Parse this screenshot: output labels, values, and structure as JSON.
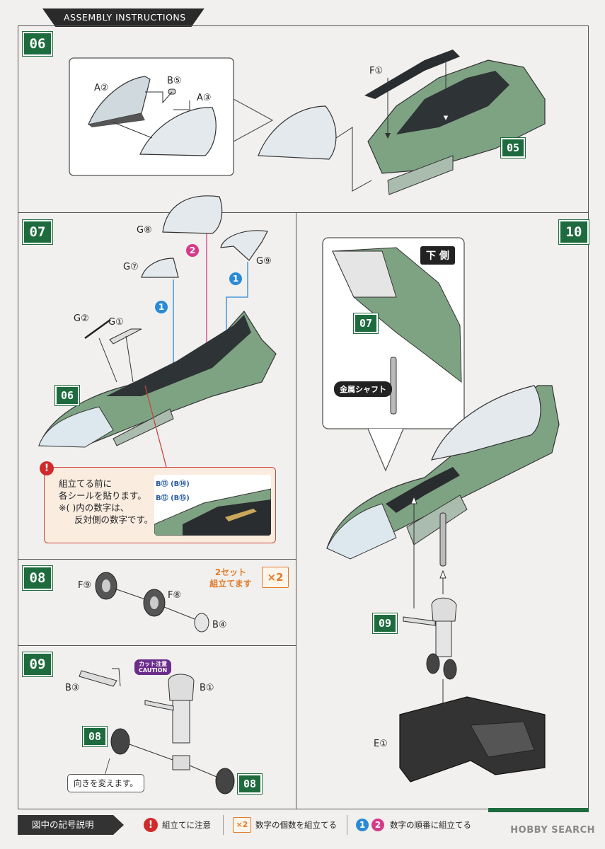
{
  "header": {
    "title": "ASSEMBLY INSTRUCTIONS"
  },
  "steps": {
    "s06": {
      "number": "06",
      "parts": {
        "a2": "A②",
        "b5": "B⑤",
        "a3": "A③",
        "f1": "F①"
      },
      "ref": "05"
    },
    "s07": {
      "number": "07",
      "parts": {
        "g8": "G⑧",
        "g7": "G⑦",
        "g9": "G⑨",
        "g2": "G②",
        "g1": "G①"
      },
      "ref": "06",
      "seq1": "1",
      "seq2": "2",
      "caution": {
        "lines": [
          "組立てる前に",
          "各シールを貼ります。",
          "※( )内の数字は、",
          "反対側の数字です。"
        ],
        "stickers": [
          "B⑬ (B⑭)",
          "B⑫ (B⑮)"
        ]
      }
    },
    "s08": {
      "number": "08",
      "parts": {
        "f9": "F⑨",
        "f8": "F⑧",
        "b4": "B④"
      },
      "sets": [
        "2セット",
        "組立てます"
      ],
      "mult": "×2"
    },
    "s09": {
      "number": "09",
      "parts": {
        "b3": "B③",
        "b1": "B①"
      },
      "cut": [
        "カット注意",
        "CAUTION"
      ],
      "ref08a": "08",
      "ref08b": "08",
      "direction": "向きを変えます。"
    },
    "s10": {
      "number": "10",
      "underside": "下 側",
      "ref07": "07",
      "shaft": "金属シャフト",
      "ref09": "09",
      "e1": "E①"
    }
  },
  "legend": {
    "title": "図中の記号説明",
    "caution": "組立てに注意",
    "count": "数字の個数を組立てる",
    "order": "数字の順番に組立てる",
    "mult": "×2",
    "one": "1",
    "two": "2"
  },
  "watermark": "HOBBY SEARCH",
  "colors": {
    "green": "#1e6b3e",
    "body_green": "#7ea383",
    "canopy": "#dde8ee",
    "red": "#d12a2a",
    "blue": "#2a8ad6",
    "pink": "#d63a8a",
    "orange": "#e07a2a"
  }
}
